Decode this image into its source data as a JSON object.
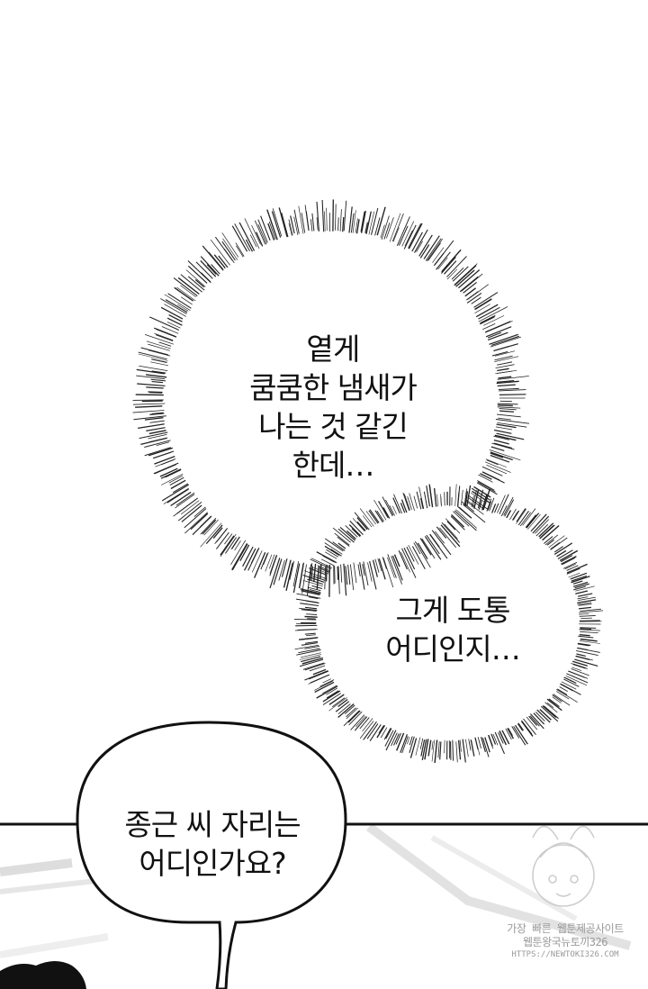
{
  "bubbles": {
    "thought_1": {
      "text": "옅게\n쿰쿰한 냄새가\n나는 것 같긴\n한데…"
    },
    "thought_2": {
      "text": "그게 도통\n어디인지…"
    },
    "speech_1": {
      "text": "종근 씨 자리는\n어디인가요?"
    }
  },
  "watermark": {
    "line1": "가장 빠른 웹툰제공사이트",
    "line2": "웹툰왕국뉴토끼326",
    "line3": "HTTPS://NEWTOKI326.COM"
  },
  "colors": {
    "ink": "#111111",
    "paper": "#ffffff",
    "watermark": "#9a9a9a"
  }
}
